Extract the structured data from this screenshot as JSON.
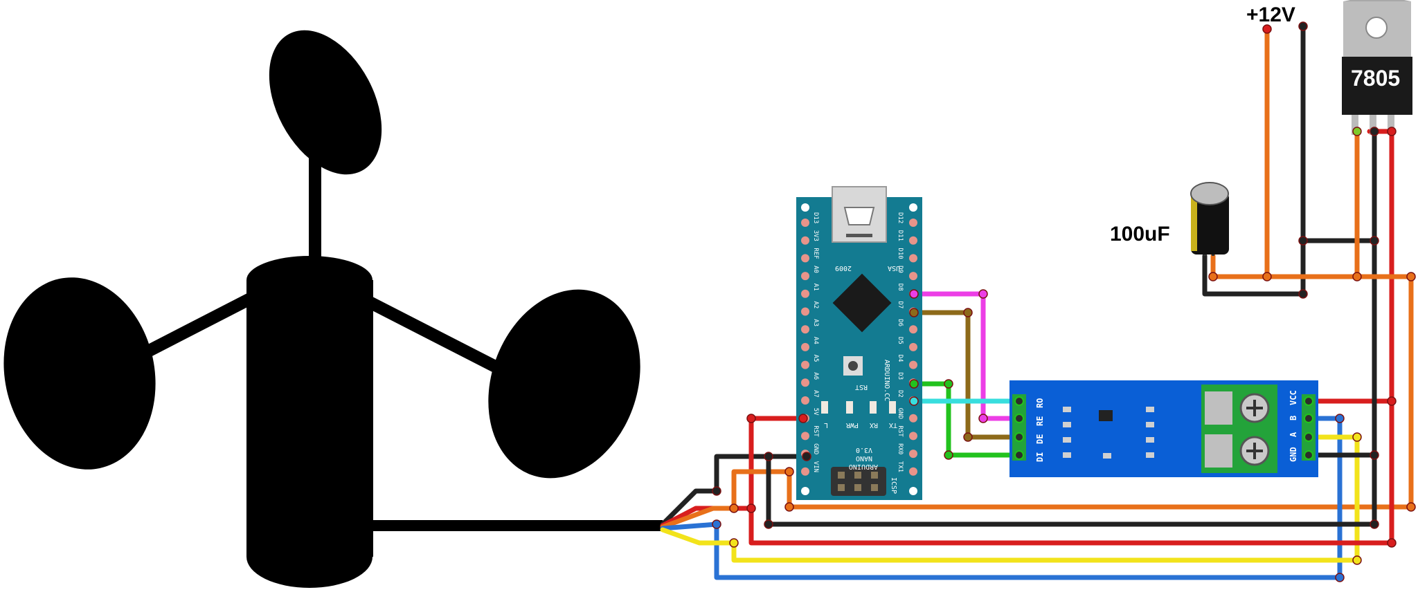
{
  "labels": {
    "supply": "+12V",
    "capacitor": "100uF",
    "regulator": "7805"
  },
  "nano": {
    "left_pins": [
      "D13",
      "3V3",
      "REF",
      "A0",
      "A1",
      "A2",
      "A3",
      "A4",
      "A5",
      "A6",
      "A7",
      "5V",
      "RST",
      "GND",
      "VIN"
    ],
    "right_pins": [
      "D12",
      "D11",
      "D10",
      "D9",
      "D8",
      "D7",
      "D6",
      "D5",
      "D4",
      "D3",
      "D2",
      "GND",
      "RST",
      "RX0",
      "TX1"
    ],
    "board_lines": [
      "ARDUINO",
      "NANO",
      "V3.0"
    ],
    "site": "ARDUINO.CC",
    "year": "2009",
    "country": "USA",
    "rst_label": "RST",
    "led_labels": [
      "L",
      "PWR",
      "RX",
      "TX"
    ],
    "icsp": "ICSP"
  },
  "rs485": {
    "left_pins": [
      "RO",
      "RE",
      "DE",
      "DI"
    ],
    "right_pins": [
      "VCC",
      "B",
      "A",
      "GND"
    ]
  },
  "colors": {
    "nano_board": "#137b91",
    "rs485_board": "#0a5fd6",
    "terminal": "#23a33a",
    "wire_red": "#d81e1e",
    "wire_black": "#222222",
    "wire_orange": "#e8701a",
    "wire_yellow": "#f2e31b",
    "wire_blue": "#2a72d4",
    "wire_green": "#22c21e",
    "wire_magenta": "#ec3ee6",
    "wire_cyan": "#38dede",
    "wire_brown": "#8d6a1a"
  }
}
